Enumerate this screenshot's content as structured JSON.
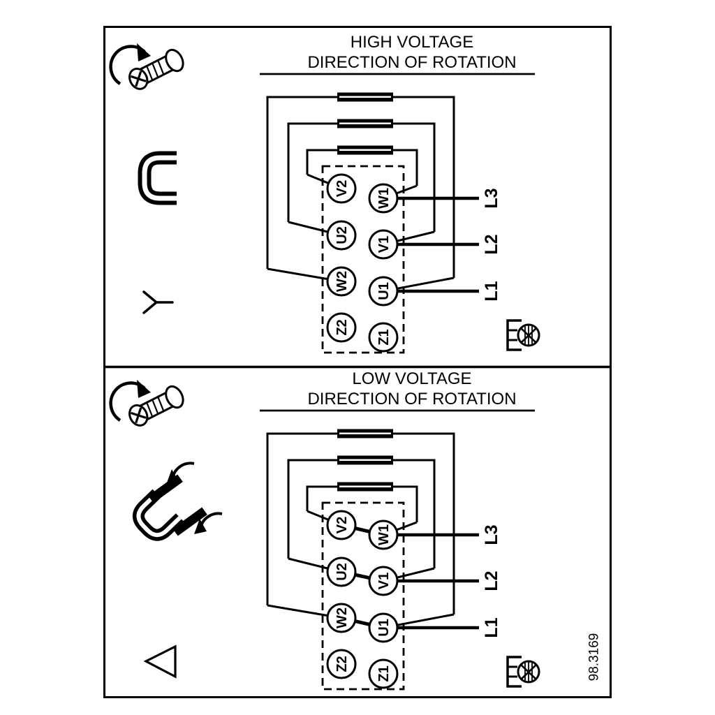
{
  "colors": {
    "ink": "#000000",
    "paper": "#ffffff"
  },
  "part_number": "98.3169",
  "panels": [
    {
      "id": "high-voltage",
      "title_line1": "HIGH VOLTAGE",
      "title_line2": "DIRECTION OF ROTATION",
      "connection": "star",
      "terminals_left": [
        "V2",
        "U2",
        "W2",
        "Z2"
      ],
      "terminals_right": [
        "W1",
        "V1",
        "U1",
        "Z1"
      ],
      "supply_lines": [
        "L3",
        "L2",
        "L1"
      ],
      "icons": [
        "screw-rotation-icon",
        "jumper-bracket-icon",
        "star-symbol",
        "ground-screw-icon"
      ]
    },
    {
      "id": "low-voltage",
      "title_line1": "LOW VOLTAGE",
      "title_line2": "DIRECTION OF ROTATION",
      "connection": "delta",
      "terminals_left": [
        "V2",
        "U2",
        "W2",
        "Z2"
      ],
      "terminals_right": [
        "W1",
        "V1",
        "U1",
        "Z1"
      ],
      "supply_lines": [
        "L3",
        "L2",
        "L1"
      ],
      "icons": [
        "screw-rotation-icon",
        "delta-jumpers-icon",
        "delta-symbol",
        "ground-screw-icon"
      ]
    }
  ]
}
